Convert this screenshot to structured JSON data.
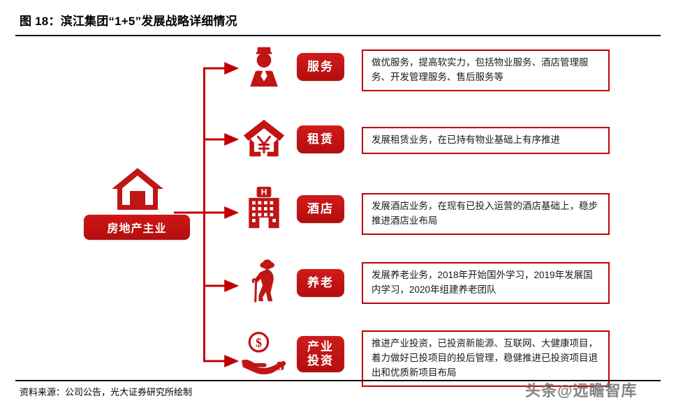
{
  "figure": {
    "title": "图 18：滨江集团“1+5”发展战略详细情况",
    "source": "资料来源：公司公告，光大证券研究所绘制",
    "watermark": "头条@远瞻智库",
    "accent_color": "#C00000",
    "badge_color": "#C01515"
  },
  "root": {
    "icon": "house-icon",
    "label": "房地产主业"
  },
  "branches": [
    {
      "icon": "concierge-person-icon",
      "category": "服务",
      "description": "做优服务，提高软实力，包括物业服务、酒店管理服务、开发管理服务、售后服务等"
    },
    {
      "icon": "house-with-yuan-icon",
      "category": "租赁",
      "description": "发展租赁业务，在已持有物业基础上有序推进"
    },
    {
      "icon": "hotel-building-icon",
      "category": "酒店",
      "description": "发展酒店业务，在现有已投入运营的酒店基础上，稳步推进酒店业布局"
    },
    {
      "icon": "elderly-person-cane-icon",
      "category": "养老",
      "description": "发展养老业务，2018年开始国外学习，2019年发展国内学习，2020年组建养老团队"
    },
    {
      "icon": "hand-holding-coin-icon",
      "category": "产业\n投资",
      "description": "推进产业投资，已投资新能源、互联网、大健康项目，着力做好已投项目的投后管理，稳健推进已投资项目退出和优质新项目布局"
    }
  ]
}
